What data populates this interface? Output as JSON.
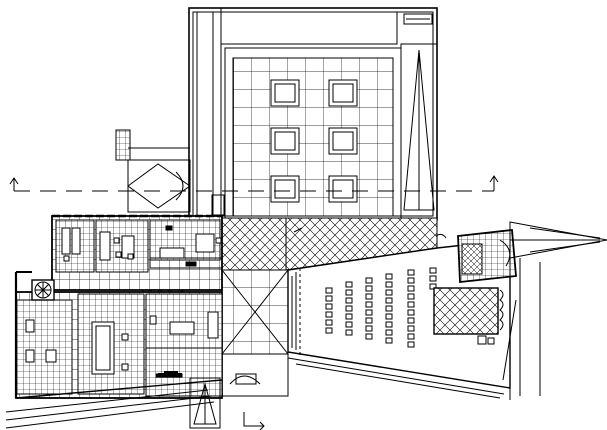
{
  "drawing": {
    "type": "architectural-floor-plan",
    "line_color": "#000000",
    "background": "#ffffff",
    "section_markers": [
      "section-arrow-left",
      "section-arrow-right",
      "section-arrow-bottom"
    ],
    "zones": [
      {
        "name": "central-courtyard-grid",
        "fill": "tile-grid",
        "features": [
          "square-columns"
        ]
      },
      {
        "name": "north-wing-corridor",
        "fill": "outline"
      },
      {
        "name": "east-triangular-roof",
        "fill": "outline"
      },
      {
        "name": "hatched-transition-hall",
        "fill": "cross-hatch"
      },
      {
        "name": "west-office-block",
        "fill": "tile-grid",
        "features": [
          "desks",
          "chairs"
        ]
      },
      {
        "name": "southwest-conference-room",
        "fill": "tile-grid",
        "features": [
          "conference-table",
          "chairs",
          "round-planter"
        ]
      },
      {
        "name": "trapezoidal-lecture-hall",
        "fill": "outline",
        "features": [
          "seating-rows"
        ],
        "seating_rows": 6
      },
      {
        "name": "east-stair-hall",
        "fill": "tile-grid",
        "features": [
          "hatched-square",
          "stair"
        ]
      },
      {
        "name": "south-entrance",
        "fill": "outline",
        "features": [
          "triangular-canopy"
        ]
      }
    ]
  }
}
